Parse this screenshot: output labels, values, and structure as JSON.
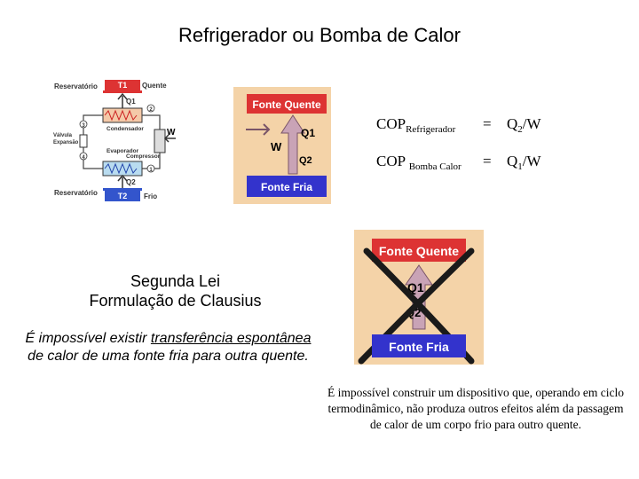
{
  "title": "Refrigerador ou Bomba de Calor",
  "schematic": {
    "top_reservoir": "Reservatório",
    "bottom_reservoir": "Reservatório",
    "t1": "T1",
    "t2": "T2",
    "hot": "Quente",
    "cold": "Frio",
    "condenser": "Condensador",
    "evaporator": "Evaporador",
    "compressor": "Compressor",
    "valve_line1": "Válvula",
    "valve_line2": "Expansão",
    "q1": "Q1",
    "q2": "Q2",
    "w": "W",
    "states": [
      "1",
      "2",
      "3",
      "4"
    ]
  },
  "fridge_diagram": {
    "hot_source": "Fonte Quente",
    "cold_source": "Fonte Fria",
    "q1": "Q1",
    "q2": "Q2",
    "w": "W",
    "colors": {
      "background": "#f4d3a8",
      "hot_box": "#dd3333",
      "cold_box": "#3333cc",
      "arrow": "#c9a3b6"
    }
  },
  "cop": {
    "fridge": {
      "prefix": "COP",
      "sub": "Refrigerador",
      "eq": "=",
      "num": "Q",
      "num_sub": "2",
      "den": "/W"
    },
    "heat_pump": {
      "prefix": "COP ",
      "sub": "Bomba Calor",
      "eq": "=",
      "num": "Q",
      "num_sub": "1",
      "den": "/W"
    }
  },
  "clausius": {
    "heading_line1": "Segunda Lei",
    "heading_line2": "Formulação de Clausius",
    "text_part1": "É impossível existir ",
    "text_underline1": "transferência espontânea ",
    "text_part2": "de calor de uma fonte fria para outra quente."
  },
  "forbidden_diagram": {
    "hot_source": "Fonte Quente",
    "cold_source": "Fonte Fria",
    "q1": "Q1",
    "q2": "Q2"
  },
  "kelvin_text": "É impossível construir um dispositivo que, operando em ciclo termodinâmico, não produza outros efeitos além da passagem de calor de um corpo frio para outro quente."
}
